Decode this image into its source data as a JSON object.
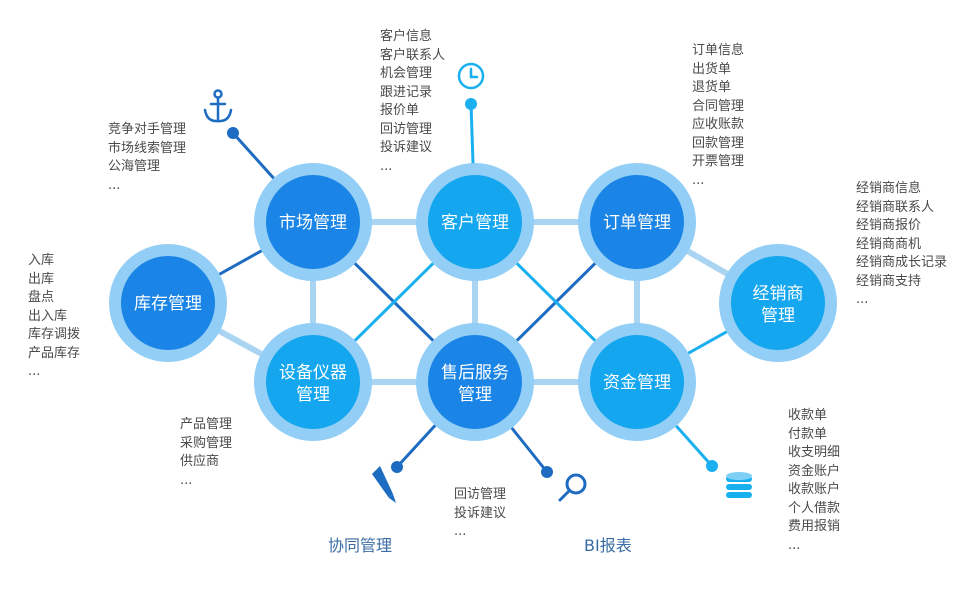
{
  "nodes": {
    "market": "市场管理",
    "customer": "客户管理",
    "order": "订单管理",
    "inventory": "库存管理",
    "distributor": [
      "经销商",
      "管理"
    ],
    "equipment": [
      "设备仪器",
      "管理"
    ],
    "aftersale": [
      "售后服务",
      "管理"
    ],
    "funds": "资金管理"
  },
  "lists": {
    "market": [
      "竞争对手管理",
      "市场线索管理",
      "公海管理",
      "..."
    ],
    "customer": [
      "客户信息",
      "客户联系人",
      "机会管理",
      "跟进记录",
      "报价单",
      "回访管理",
      "投诉建议",
      "..."
    ],
    "order": [
      "订单信息",
      "出货单",
      "退货单",
      "合同管理",
      "应收账款",
      "回款管理",
      "开票管理",
      "..."
    ],
    "distributor": [
      "经销商信息",
      "经销商联系人",
      "经销商报价",
      "经销商商机",
      "经销商成长记录",
      "经销商支持",
      "..."
    ],
    "inventory": [
      "入库",
      "出库",
      "盘点",
      "出入库",
      "库存调拨",
      "产品库存",
      "..."
    ],
    "equipment": [
      "产品管理",
      "采购管理",
      "供应商",
      "..."
    ],
    "aftersale": [
      "回访管理",
      "投诉建议",
      "..."
    ],
    "funds": [
      "收款单",
      "付款单",
      "收支明细",
      "资金账户",
      "收款账户",
      "个人借款",
      "费用报销",
      "..."
    ]
  },
  "bottom": {
    "collab": "协同管理",
    "bi": "BI报表"
  },
  "colors": {
    "dark": "#1a85e6",
    "mid": "#14a6ee",
    "ring": "#92cef5",
    "line": "#aad5f2",
    "accent_dark": "#1e6cc2",
    "accent_light": "#1ab0f0"
  },
  "icons": [
    "anchor-icon",
    "clock-icon",
    "pencil-icon",
    "magnifier-icon",
    "coins-icon"
  ]
}
